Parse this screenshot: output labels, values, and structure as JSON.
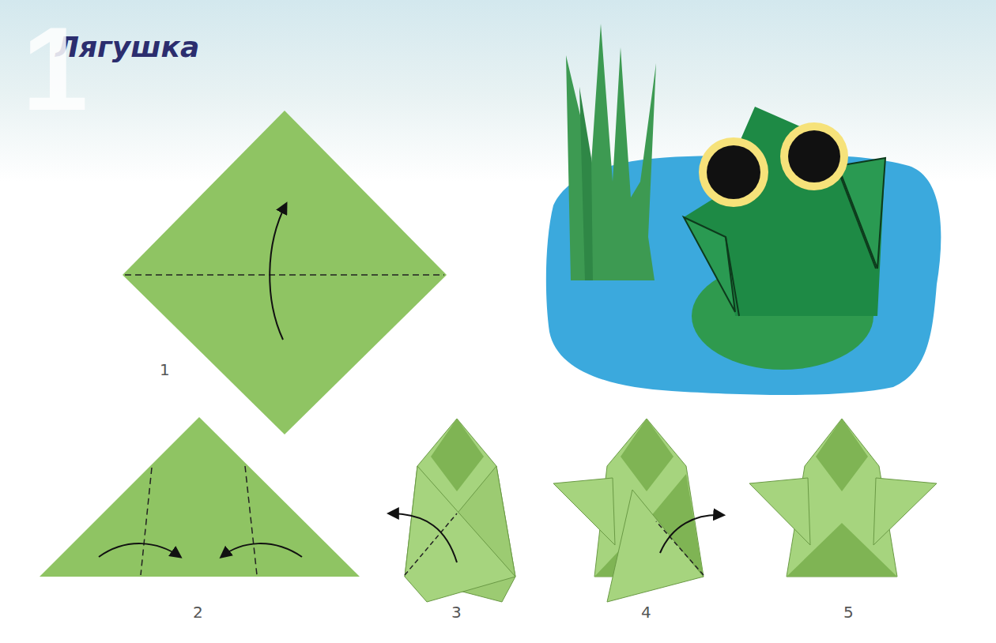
{
  "diagram": {
    "title": "Лягушка",
    "labels": [
      "1",
      "1",
      "2",
      "3",
      "4",
      "5"
    ]
  }
}
